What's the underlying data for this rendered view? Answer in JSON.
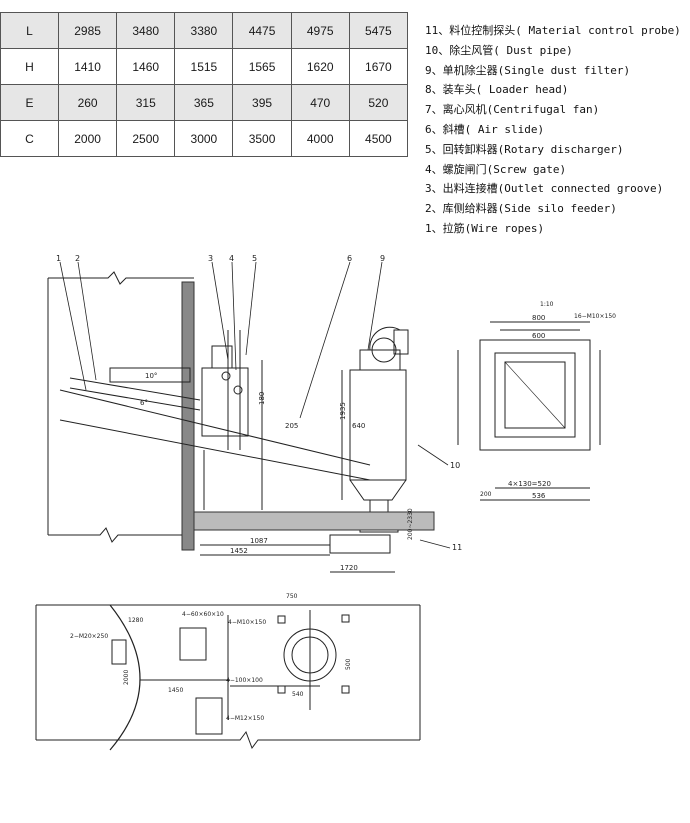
{
  "dimension_table": {
    "rows": [
      {
        "label": "L",
        "values": [
          "2985",
          "3480",
          "3380",
          "4475",
          "4975",
          "5475"
        ]
      },
      {
        "label": "H",
        "values": [
          "1410",
          "1460",
          "1515",
          "1565",
          "1620",
          "1670"
        ]
      },
      {
        "label": "E",
        "values": [
          "260",
          "315",
          "365",
          "395",
          "470",
          "520"
        ]
      },
      {
        "label": "C",
        "values": [
          "2000",
          "2500",
          "3000",
          "3500",
          "4000",
          "4500"
        ]
      }
    ]
  },
  "legend": [
    "11、料位控制探头( Material control probe)",
    "10、除尘风管( Dust pipe)",
    "9、单机除尘器(Single dust filter)",
    "8、装车头( Loader head)",
    "7、离心风机(Centrifugal fan)",
    "6、斜槽( Air slide)",
    "5、回转卸料器(Rotary discharger)",
    "4、螺旋闸门(Screw gate)",
    "3、出料连接槽(Outlet connected groove)",
    "2、库侧给料器(Side silo feeder)",
    "1、拉筋(Wire ropes)"
  ],
  "drawing": {
    "part_numbers": [
      "1",
      "2",
      "3",
      "4",
      "5",
      "6",
      "9",
      "10",
      "11"
    ],
    "dimensions": {
      "d1452": "1452",
      "d1087": "1087",
      "d1935": "1935",
      "d1720": "1720",
      "d640": "640",
      "d800": "800",
      "d600": "600",
      "d536": "536",
      "d4x130": "4×130=520",
      "d200": "200",
      "d750": "750",
      "d1450": "1450",
      "d540": "540",
      "d500": "500",
      "d2000": "2000",
      "d1280": "1280",
      "d205": "205",
      "d10": "10°",
      "d67": "6°",
      "d180": "180",
      "d2330": "200~2330"
    },
    "annotations": {
      "bolts1": "2−M20×250",
      "bolts2": "4−60×60×10",
      "bolts3": "4−M10×150",
      "bolts4": "4−100×100",
      "bolts5": "4−M12×150",
      "bolts_top": "16−M10×150",
      "scale": "1:10"
    }
  }
}
